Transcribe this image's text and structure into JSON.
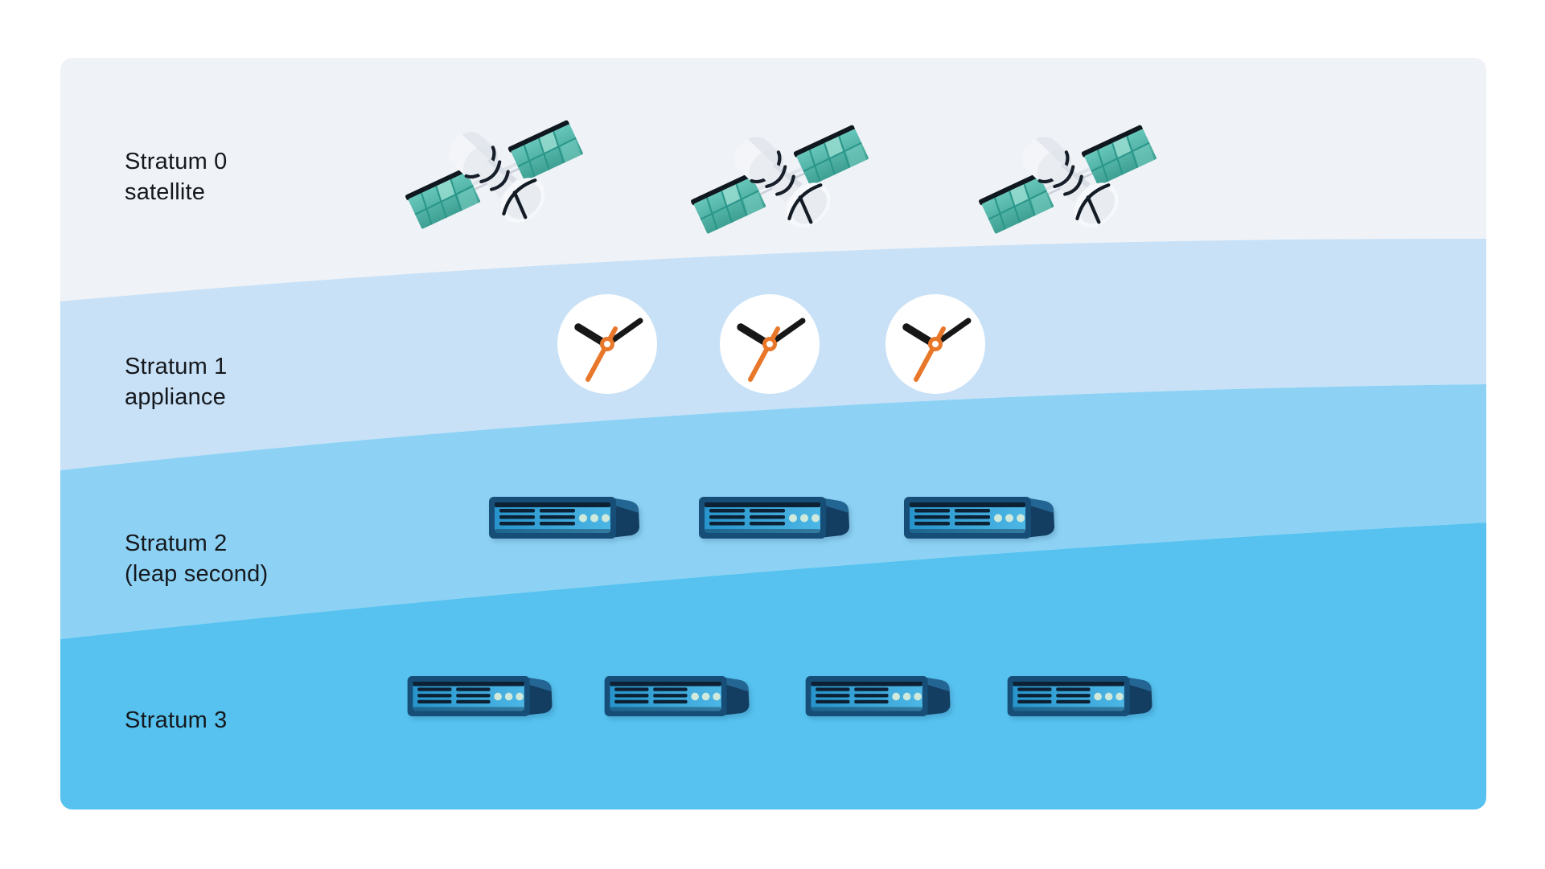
{
  "diagram": {
    "description": "NTP stratum layers diagram with curved bands",
    "strata": [
      {
        "label_lines": [
          "Stratum 0",
          "satellite"
        ],
        "icon": "satellite-icon",
        "icon_count": 3,
        "band_color": "#eff2f6"
      },
      {
        "label_lines": [
          "Stratum 1",
          "appliance"
        ],
        "icon": "clock-icon",
        "icon_count": 3,
        "band_color": "#c8e1f7"
      },
      {
        "label_lines": [
          "Stratum 2",
          "(leap second)"
        ],
        "icon": "server-icon",
        "icon_count": 3,
        "band_color": "#8dd2f4"
      },
      {
        "label_lines": [
          "Stratum 3"
        ],
        "icon": "server-icon",
        "icon_count": 4,
        "band_color": "#57c2ef"
      }
    ],
    "accent_colors": {
      "clock_hand_orange": "#e8772a",
      "clock_hand_black": "#171717",
      "server_navy": "#174e78",
      "server_face_blue": "#2e9fd6",
      "panel_teal": "#4fb5a8",
      "text_color": "#15181d",
      "page_background": "#ffffff"
    }
  }
}
